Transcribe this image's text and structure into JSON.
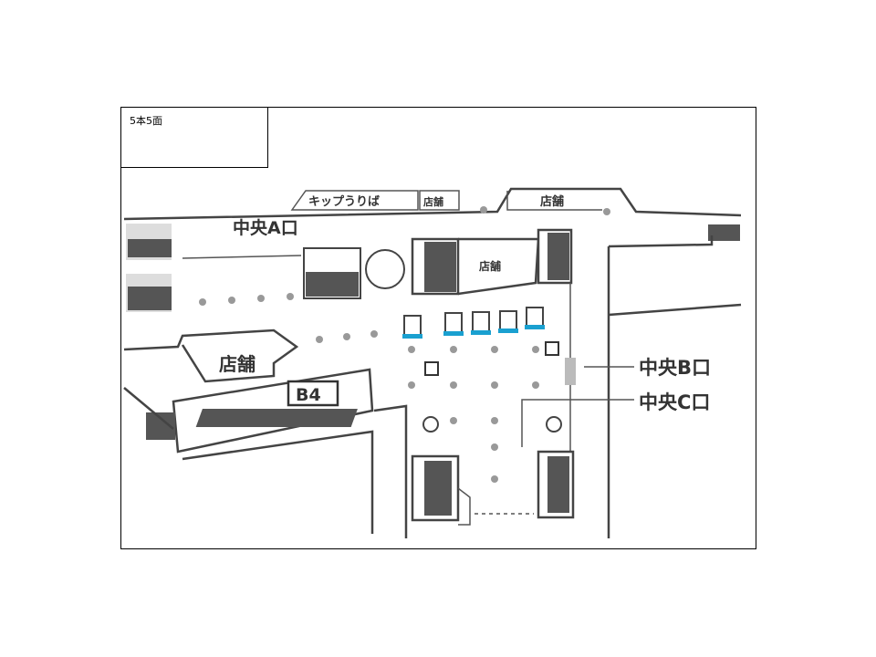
{
  "slide": {
    "caption": "5本5面"
  },
  "map": {
    "ticket_counter": "キップうりば",
    "shop_label": "店舗",
    "exit_a": "中央A口",
    "exit_b": "中央B口",
    "exit_c": "中央C口",
    "exit_b4": "B4",
    "accent_color": "#1aa0d0"
  }
}
